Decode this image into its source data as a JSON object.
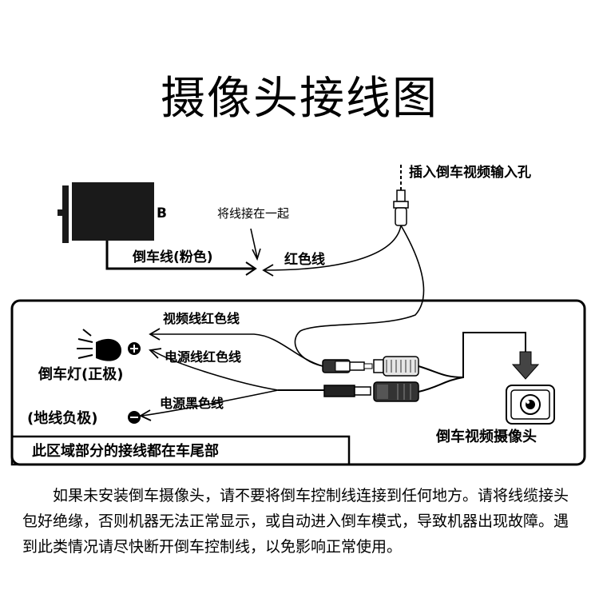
{
  "title": "摄像头接线图",
  "labels": {
    "plug_into_video_input": "插入倒车视频输入孔",
    "connect_together": "将线接在一起",
    "unit_letter": "B",
    "reverse_wire": "倒车线(粉色)",
    "red_wire": "红色线",
    "video_wire_red": "视频线红色线",
    "power_wire_red": "电源线红色线",
    "power_wire_black": "电源黑色线",
    "reverse_light": "倒车灯(正极)",
    "ground_negative": "(地线负极)",
    "rear_camera": "倒车视频摄像头",
    "rear_section_note": "此区域部分的接线都在车尾部"
  },
  "notice": "如果未安装倒车摄像头，请不要将倒车控制线连接到任何地方。请将线缆接头包好绝缘，否则机器无法正常显示，或自动进入倒车模式，导致机器出现故障。遇到此类情况请尽快断开倒车控制线，以免影响正常使用。"
}
